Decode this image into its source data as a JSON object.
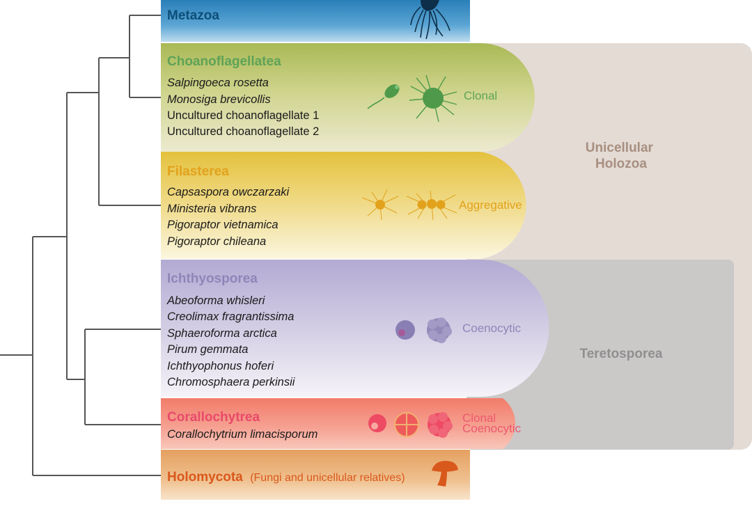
{
  "colors": {
    "metazoa": "#2f85bd",
    "choano": "#aebd5e",
    "filasterea": "#e7c64a",
    "ichthyo": "#b9b1d6",
    "corallo": "#f08a78",
    "holomycota": "#e8a86c",
    "unicellular_band": "#e4dbd5",
    "teretosporea_band": "#ccc9c9",
    "tree": "#555555"
  },
  "groups": {
    "metazoa": {
      "name": "Metazoa",
      "icon": "jellyfish-icon"
    },
    "choanoflagellatea": {
      "name": "Choanoflagellatea",
      "species": [
        {
          "name": "Salpingoeca rosetta",
          "italic": true
        },
        {
          "name": "Monosiga brevicollis",
          "italic": true
        },
        {
          "name": "Uncultured choanoflagellate 1",
          "italic": false
        },
        {
          "name": "Uncultured choanoflagellate 2",
          "italic": false
        }
      ],
      "stage_label": "Clonal",
      "icons": [
        "flagellate-cell-icon",
        "rosette-colony-icon"
      ]
    },
    "filasterea": {
      "name": "Filasterea",
      "species": [
        {
          "name": "Capsaspora owczarzaki",
          "italic": true
        },
        {
          "name": "Ministeria vibrans",
          "italic": true
        },
        {
          "name": "Pigoraptor vietnamica",
          "italic": true
        },
        {
          "name": "Pigoraptor chileana",
          "italic": true
        }
      ],
      "stage_label": "Aggregative",
      "icons": [
        "filopodiated-cell-icon",
        "cell-aggregate-icon"
      ]
    },
    "ichthyosporea": {
      "name": "Ichthyosporea",
      "species": [
        {
          "name": "Abeoforma whisleri",
          "italic": true
        },
        {
          "name": "Creolimax fragrantissima",
          "italic": true
        },
        {
          "name": "Sphaeroforma arctica",
          "italic": true
        },
        {
          "name": "Pirum gemmata",
          "italic": true
        },
        {
          "name": "Ichthyophonus hoferi",
          "italic": true
        },
        {
          "name": "Chromosphaera perkinsii",
          "italic": true
        }
      ],
      "stage_label": "Coenocytic",
      "icons": [
        "single-cell-icon",
        "coenocyte-icon"
      ]
    },
    "corallochytrea": {
      "name": "Corallochytrea",
      "species": [
        {
          "name": "Corallochytrium limacisporum",
          "italic": true
        }
      ],
      "stage_labels": [
        "Clonal",
        "Coenocytic"
      ],
      "icons": [
        "single-cell-icon",
        "dividing-cell-icon",
        "coenocyte-icon"
      ]
    },
    "holomycota": {
      "name": "Holomycota",
      "note": "(Fungi and unicellular relatives)",
      "icon": "mushroom-icon"
    }
  },
  "bands": {
    "unicellular_holozoa": [
      "Unicellular",
      "Holozoa"
    ],
    "teretosporea": "Teretosporea"
  }
}
